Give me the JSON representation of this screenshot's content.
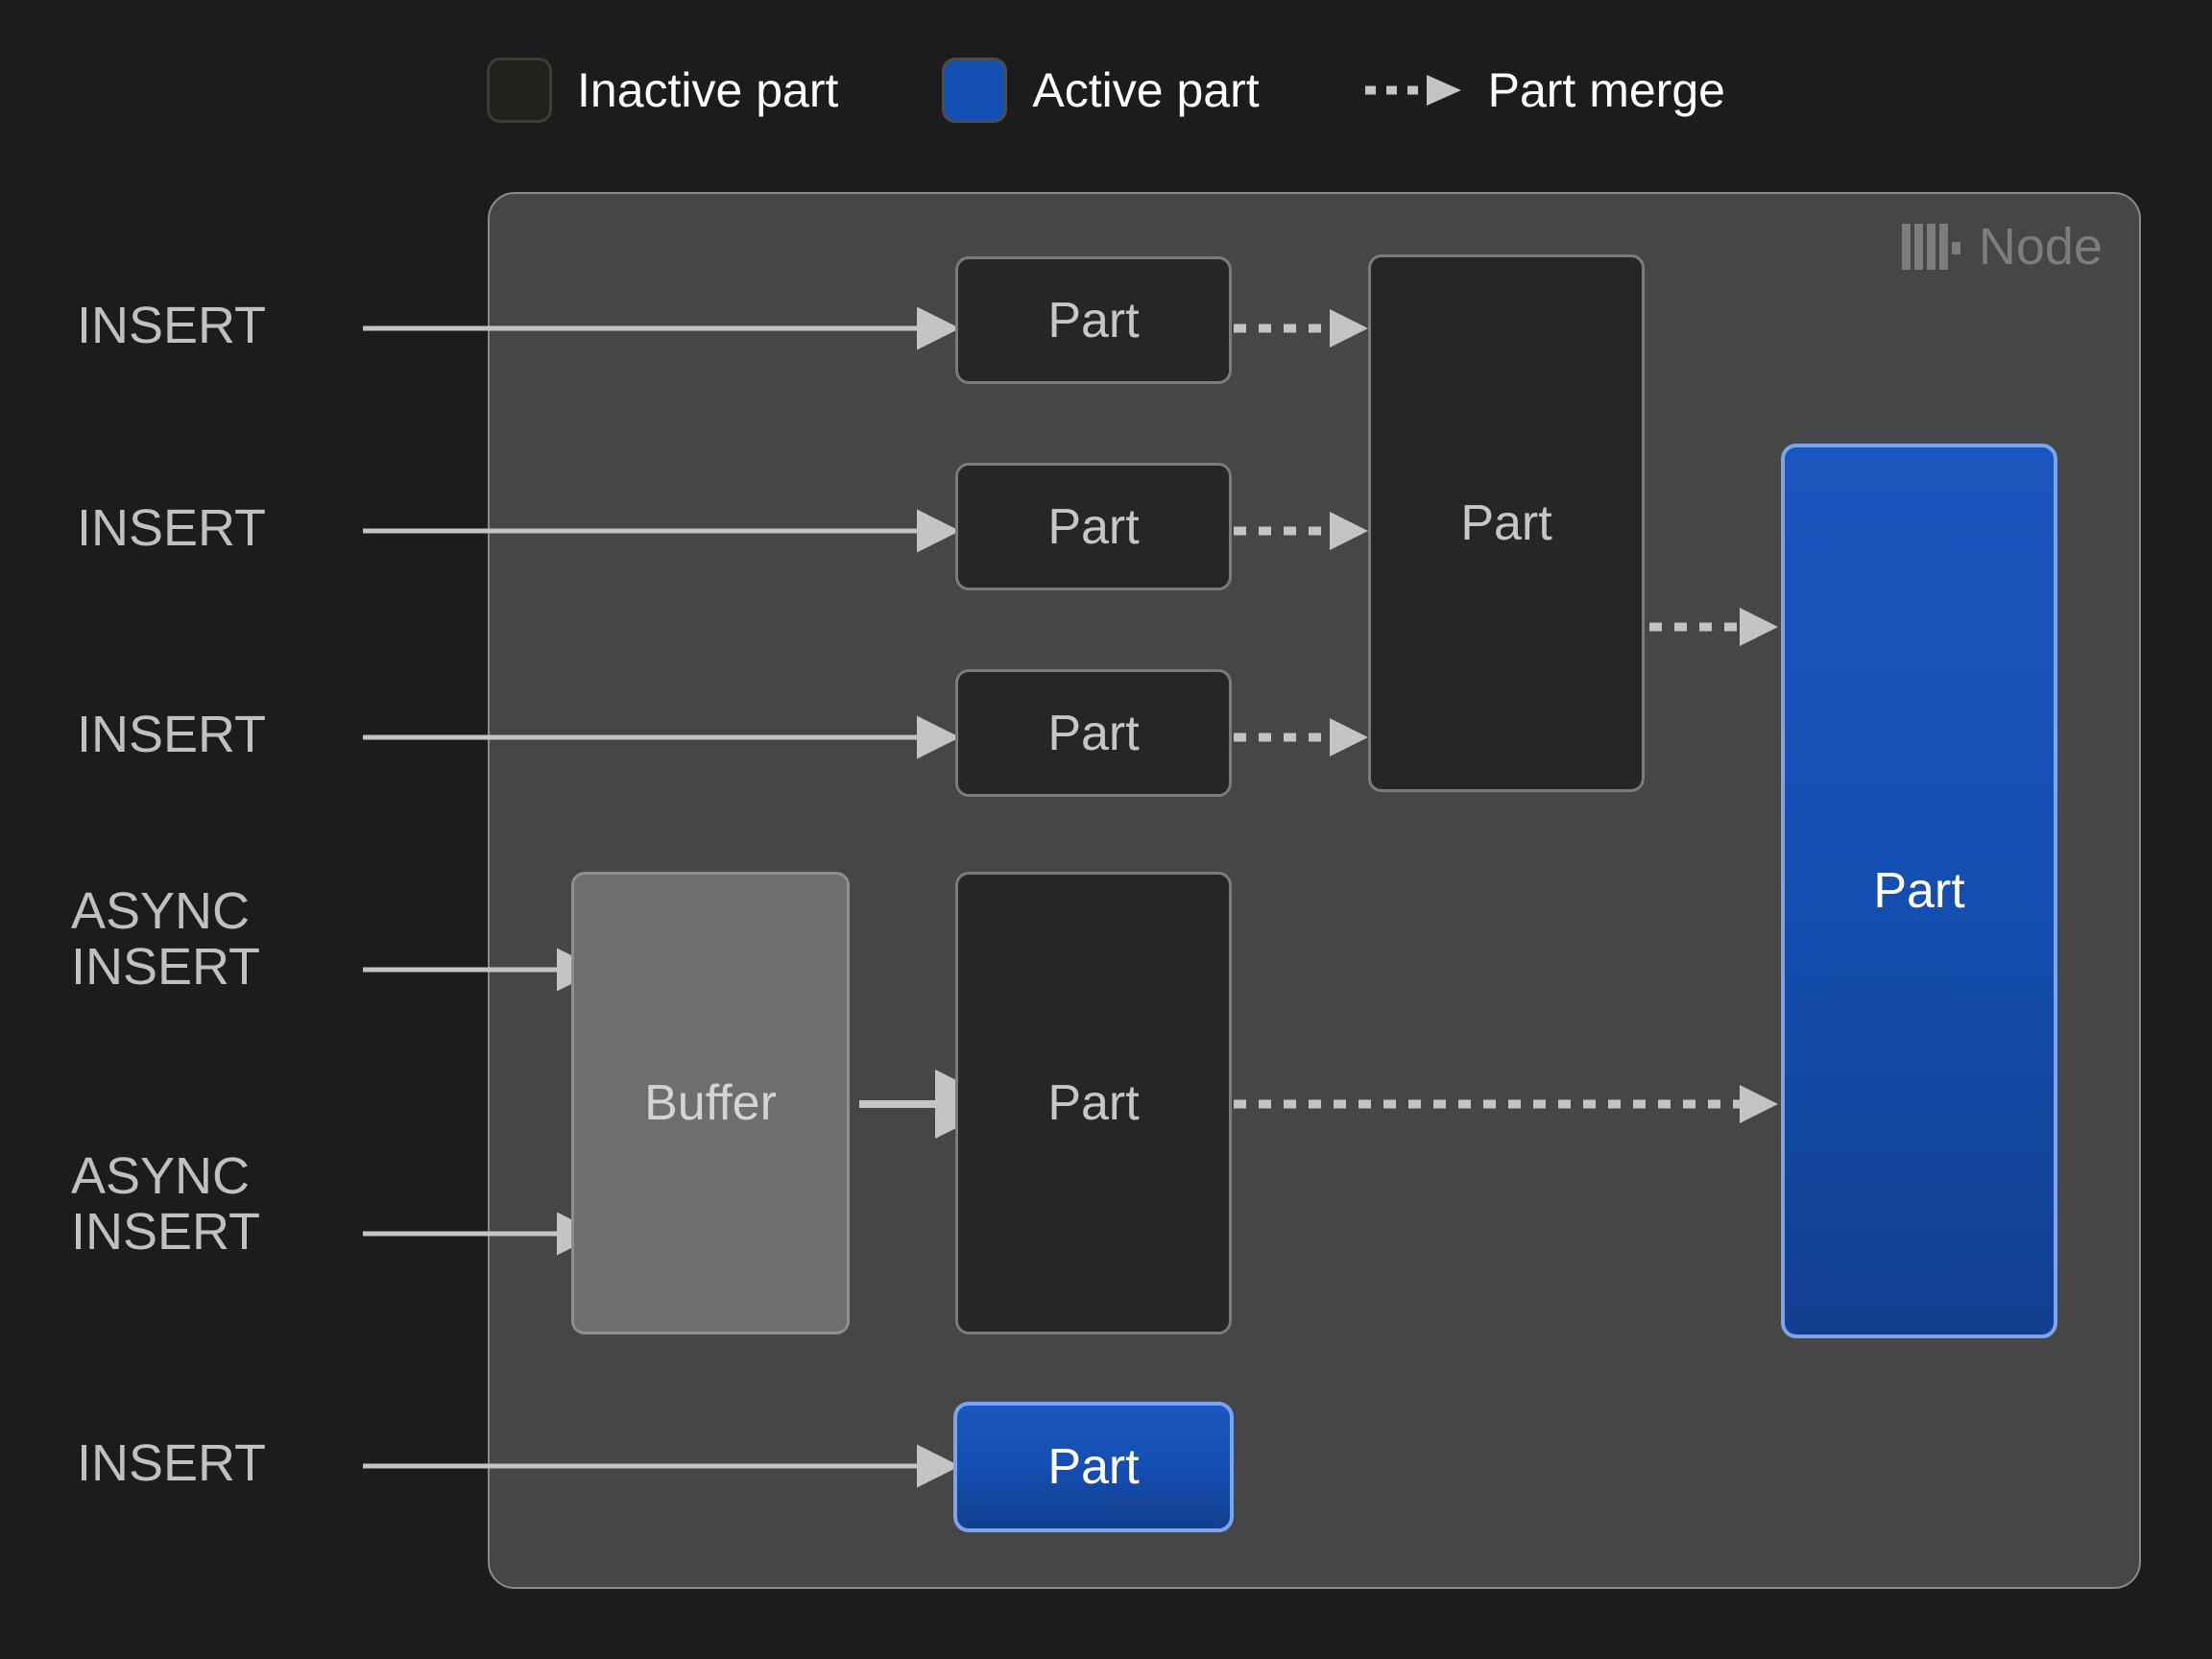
{
  "legend": {
    "items": [
      {
        "icon": "inactive-part-swatch",
        "label": "Inactive part"
      },
      {
        "icon": "active-part-swatch",
        "label": "Active part"
      },
      {
        "icon": "part-merge-arrow-icon",
        "label": "Part merge"
      }
    ]
  },
  "node": {
    "label": "Node",
    "logo": "clickhouse-logo-icon"
  },
  "sources": [
    {
      "label": "INSERT"
    },
    {
      "label": "INSERT"
    },
    {
      "label": "INSERT"
    },
    {
      "label": "ASYNC\nINSERT"
    },
    {
      "label": "ASYNC\nINSERT"
    },
    {
      "label": "INSERT"
    }
  ],
  "boxes": {
    "part_top_1": "Part",
    "part_top_2": "Part",
    "part_top_3": "Part",
    "part_merged": "Part",
    "buffer": "Buffer",
    "part_from_buffer": "Part",
    "part_active_large": "Part",
    "part_active_bottom": "Part"
  },
  "colors": {
    "background": "#1c1c1c",
    "panel": "#464646",
    "panel_border": "#8a8a8a",
    "inactive_part_fill": "#262626",
    "inactive_part_border": "#7b7b7b",
    "buffer_fill": "#6e6e6e",
    "active_part_fill": "#1450b4",
    "active_part_border": "#7aa5ee",
    "arrow": "#c4c4c4",
    "text": "#c0c0c0",
    "node_label": "#7d7d7d"
  }
}
